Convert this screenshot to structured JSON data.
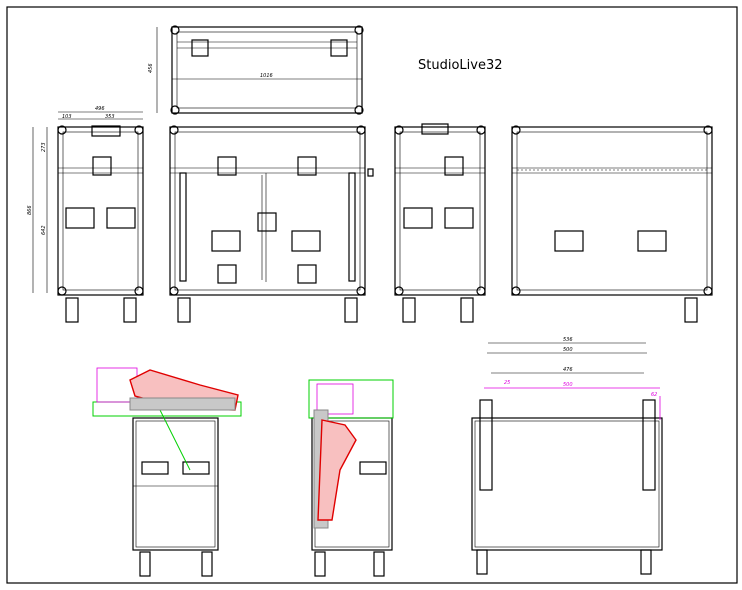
{
  "title": "StudioLive32",
  "dimensions": {
    "top_height": "456",
    "top_width": "1016",
    "side_width": "496",
    "side_part_a": "103",
    "side_part_b": "353",
    "side_height": "866",
    "side_upper": "273",
    "side_lower": "642",
    "back_width_outer": "536",
    "back_width_mid": "500",
    "back_width_inner": "476",
    "back_magenta_width": "500",
    "back_magenta_left": "25",
    "back_magenta_right": "62"
  },
  "colors": {
    "line": "#000000",
    "mixer": "#e00000",
    "outline": "#e000e0",
    "lid": "#00d000"
  }
}
